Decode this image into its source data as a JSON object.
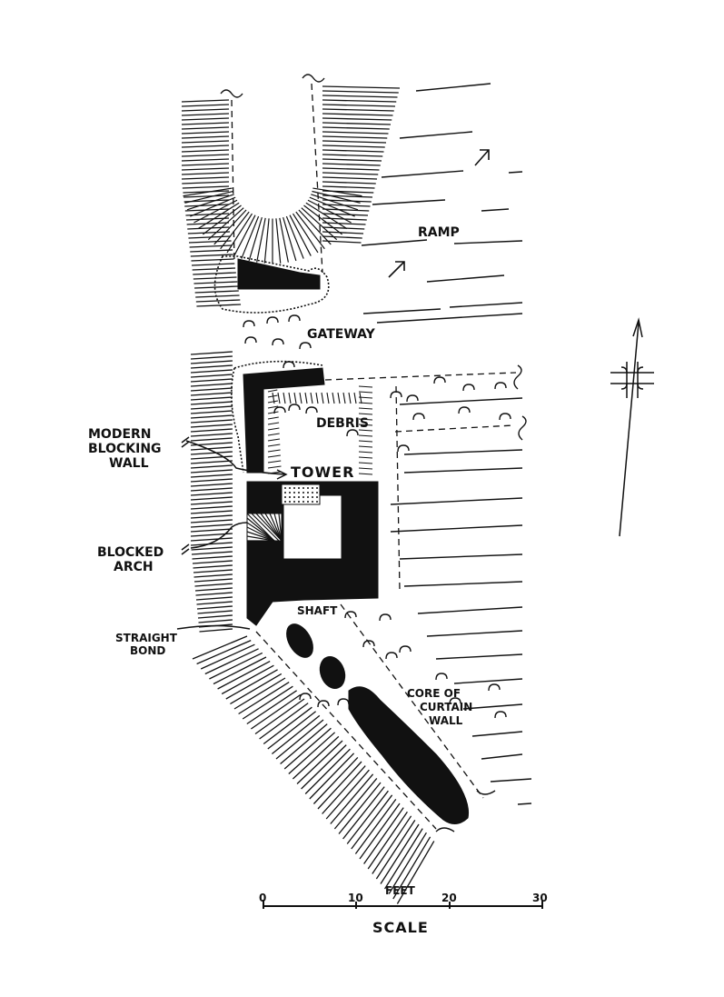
{
  "labels": {
    "ramp": "RAMP",
    "gateway": "GATEWAY",
    "debris": "DEBRIS",
    "tower": "TOWER",
    "modern_blocking_wall": [
      "MODERN",
      "BLOCKING",
      "WALL"
    ],
    "blocked_arch": [
      "BLOCKED",
      "ARCH"
    ],
    "straight_bond": [
      "STRAIGHT",
      "BOND"
    ],
    "shaft": "SHAFT",
    "core_of_curtain_wall": [
      "CORE OF",
      "CURTAIN",
      "WALL"
    ]
  },
  "scale": {
    "unit_label": "FEET",
    "ticks": [
      "0",
      "10",
      "20",
      "30"
    ],
    "caption": "SCALE"
  },
  "colors": {
    "ink": "#111111",
    "paper": "#ffffff"
  }
}
